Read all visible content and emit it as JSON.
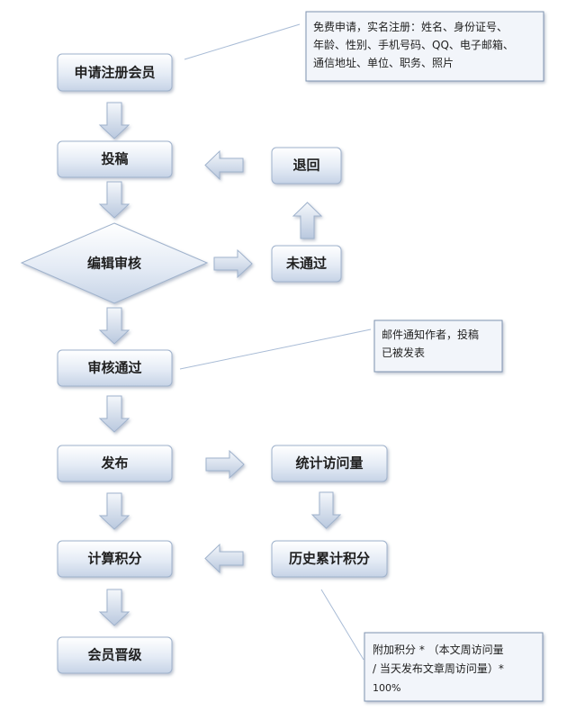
{
  "nodes": {
    "register": "申请注册会员",
    "submit": "投稿",
    "review": "编辑审核",
    "rejected": "未通过",
    "returned": "退回",
    "approved": "审核通过",
    "publish": "发布",
    "stats": "统计访问量",
    "history": "历史累计积分",
    "points": "计算积分",
    "upgrade": "会员晋级"
  },
  "notes": {
    "register": [
      "免费申请，实名注册：姓名、身份证号、",
      "年龄、性别、手机号码、QQ、电子邮箱、",
      "通信地址、单位、职务、照片"
    ],
    "approved": [
      "邮件通知作者，投稿",
      "已被发表"
    ],
    "history": [
      "附加积分 *  （本文周访问量",
      "/ 当天发布文章周访问量）*",
      "100%"
    ]
  }
}
